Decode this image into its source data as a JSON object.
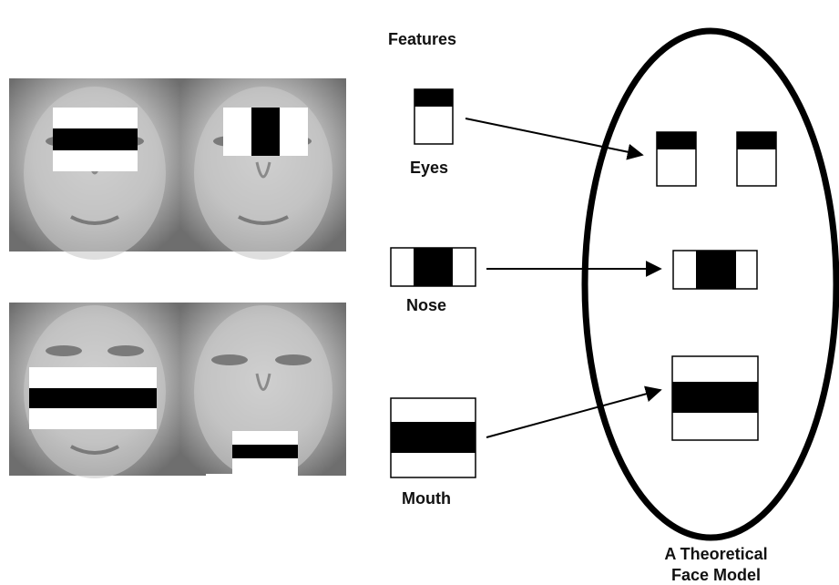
{
  "features_heading": "Features",
  "features": [
    {
      "id": "eyes",
      "label": "Eyes"
    },
    {
      "id": "nose",
      "label": "Nose"
    },
    {
      "id": "mouth",
      "label": "Mouth"
    }
  ],
  "model_caption": {
    "line1": "A Theoretical",
    "line2": "Face Model"
  },
  "colors": {
    "stroke": "#000000",
    "fill_dark": "#000000",
    "fill_light": "#ffffff",
    "face_bg": "#8a8a8a"
  },
  "icons": [
    "haar-eyes-icon",
    "haar-nose-icon",
    "haar-mouth-icon",
    "face-photo"
  ]
}
